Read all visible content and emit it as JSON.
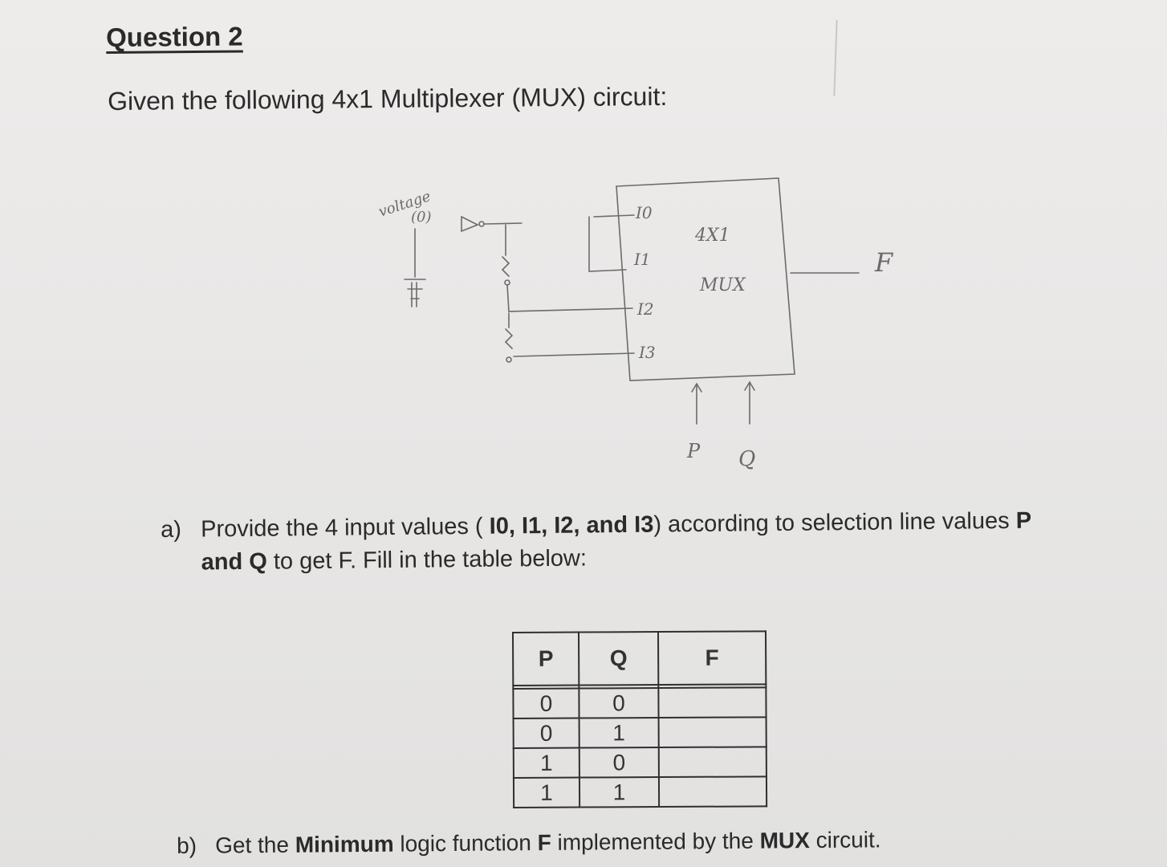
{
  "question": {
    "title": "Question 2",
    "intro": "Given the following 4x1 Multiplexer (MUX) circuit:"
  },
  "diagram": {
    "voltage_label": "voltage",
    "voltage_value": "(0)",
    "mux_line1": "4X1",
    "mux_line2": "MUX",
    "input_labels": [
      "I0",
      "I1",
      "I2",
      "I3"
    ],
    "output_label": "F",
    "select_labels": [
      "P",
      "Q"
    ]
  },
  "part_a": {
    "label": "a)",
    "text_1": "Provide the 4 input values (",
    "inputs": "I0, I1, I2, and I3",
    "text_2": ") according to selection line values",
    "p": "P",
    "and_q": "and Q",
    "text_3": "to get F. Fill in the table below:"
  },
  "table": {
    "headers": [
      "P",
      "Q",
      "F"
    ],
    "rows": [
      [
        "0",
        "0",
        ""
      ],
      [
        "0",
        "1",
        ""
      ],
      [
        "1",
        "0",
        ""
      ],
      [
        "1",
        "1",
        ""
      ]
    ]
  },
  "part_b": {
    "label": "b)",
    "text_1": "Get the",
    "bold_1": "Minimum",
    "text_2": "logic function",
    "bold_2": "F",
    "text_3": "implemented by the",
    "bold_3": "MUX",
    "text_4": "circuit."
  }
}
